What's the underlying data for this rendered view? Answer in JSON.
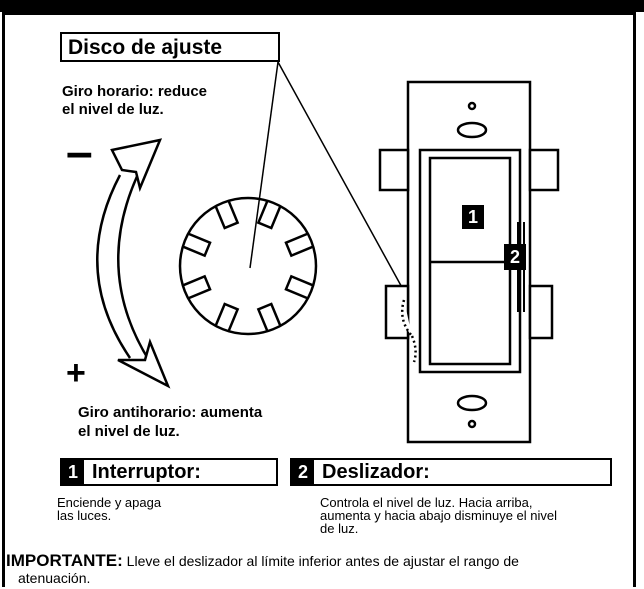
{
  "header": {
    "title": "Disco de ajuste"
  },
  "instructions": {
    "clockwise": [
      "Giro horario:  reduce",
      "el nivel de luz."
    ],
    "counterclockwise": [
      "Giro antihorario: aumenta",
      "el nivel de luz."
    ],
    "minus_symbol": "–",
    "plus_symbol": "+"
  },
  "device": {
    "rocker_number": "1",
    "slider_number": "2"
  },
  "legend": {
    "switch": {
      "number": "1",
      "title": "Interruptor:",
      "description": [
        "Enciende y apaga",
        "las luces."
      ]
    },
    "slider": {
      "number": "2",
      "title": "Deslizador:",
      "description": [
        "Controla el nivel de luz.  Hacia arriba,",
        "aumenta y hacia abajo disminuye el nivel",
        "de luz."
      ]
    }
  },
  "note": {
    "label": "IMPORTANTE:",
    "text": " Lleve el deslizador al límite inferior antes de ajustar el rango de",
    "text2": "atenuación."
  },
  "colors": {
    "ink": "#000000",
    "paper": "#ffffff"
  }
}
